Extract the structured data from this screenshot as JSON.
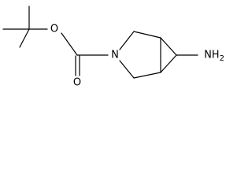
{
  "structure": {
    "atom_labels": {
      "oxygen_ether": "O",
      "oxygen_carbonyl": "O",
      "nitrogen_ring": "N",
      "amine": "NH2"
    }
  }
}
